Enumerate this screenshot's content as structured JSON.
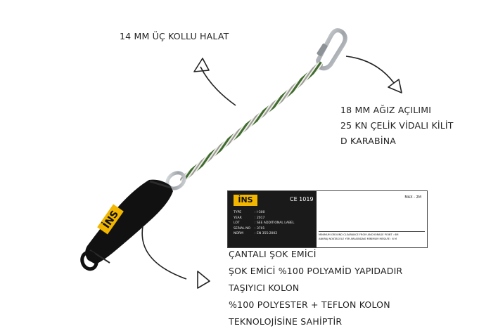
{
  "rope_label": "14 MM ÜÇ KOLLU HALAT",
  "carabiner_label": {
    "lines": [
      "18 MM AĞIZ AÇILIMI",
      "25 KN ÇELİK VİDALI KİLİT",
      "D KARABİNA"
    ]
  },
  "absorber_label": {
    "lines": [
      "ÇANTALI ŞOK EMİCİ",
      "ŞOK EMİCİ %100 POLYAMİD YAPIDADIR",
      "TAŞIYICI KOLON",
      "%100 POLYESTER + TEFLON KOLON",
      "TEKNOLOJİSİNE SAHİPTİR"
    ]
  },
  "product_tag": {
    "brand": "İNS",
    "ce_mark": "CE 1019",
    "rows": [
      {
        "key": "TYPE",
        "value": ": I-300"
      },
      {
        "key": "YEAR",
        "value": ": 2017"
      },
      {
        "key": "LOT",
        "value": ": SEE ADDITIONAL LABEL"
      },
      {
        "key": "SERIAL NO",
        "value": ": 3701"
      },
      {
        "key": "NORM",
        "value": ": EN 355:2002"
      }
    ],
    "max_label": "MAX - 2M",
    "footer_lines": [
      "MINIMUM GROUND CLEARANCE FROM ANCHORAGE POINT : 6M",
      "ANKRAJ NOKTASI İLE YER ARASINDAKİ MİNİMUM MESAFE : 6 M"
    ]
  },
  "pouch_brand": "İNS",
  "colors": {
    "pouch": "#111111",
    "logo_yellow": "#f2b600",
    "rope_white": "#f0efe9",
    "rope_green": "#3e6b2e",
    "rope_grey": "#9a9a95",
    "steel": "#b5b9bd",
    "arrow": "#222222"
  }
}
